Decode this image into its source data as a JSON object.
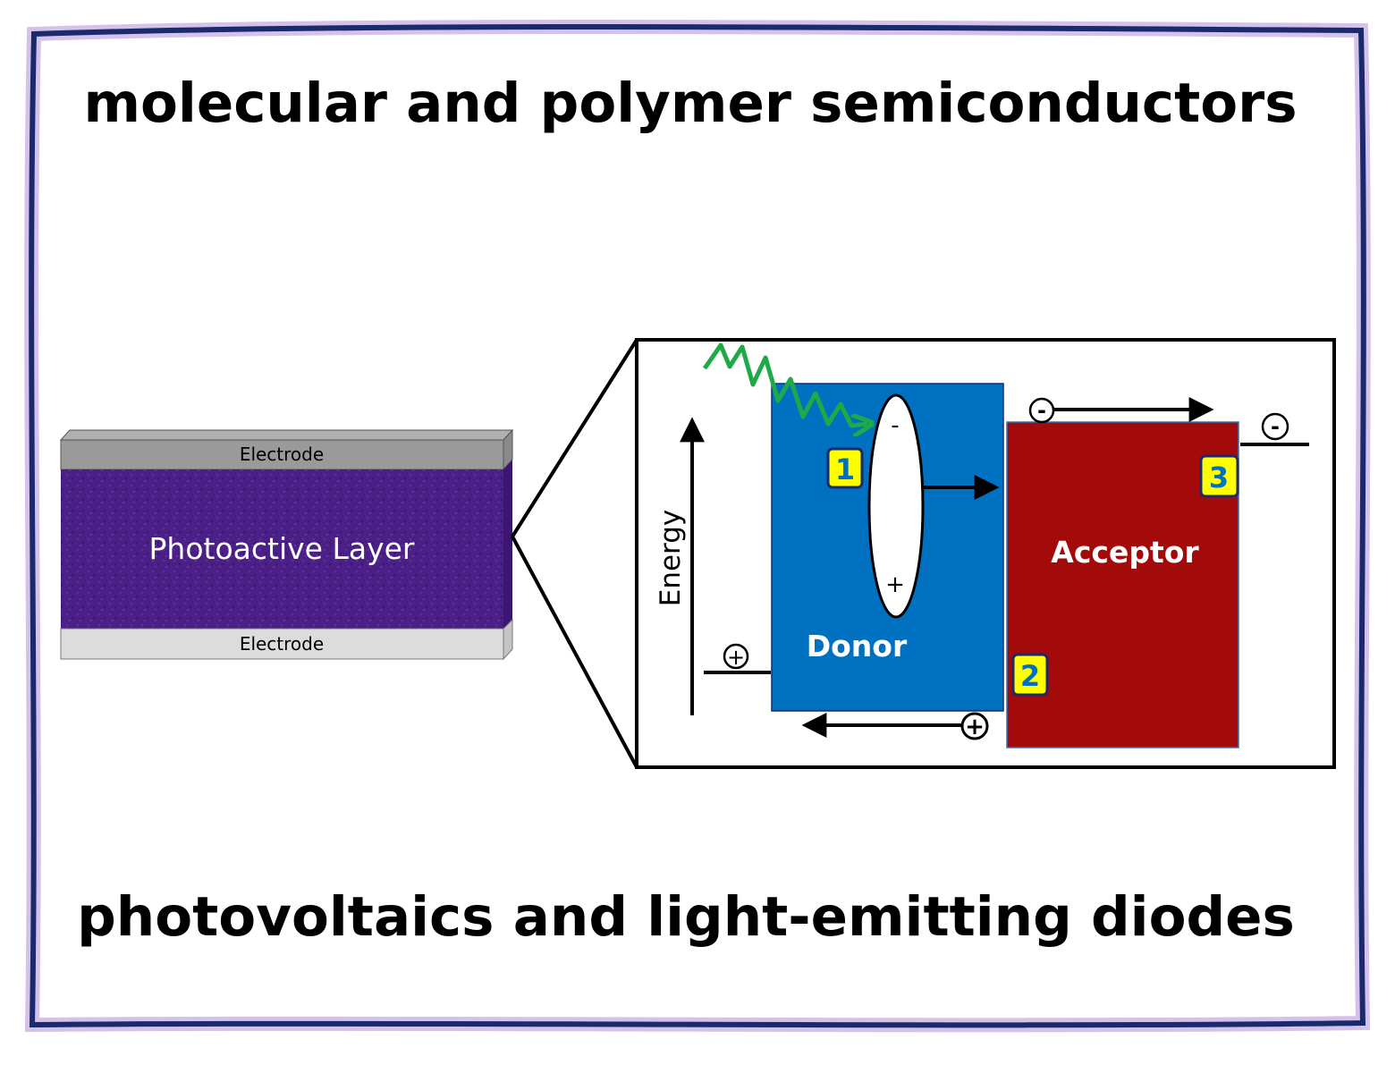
{
  "header": {
    "title": "molecular and polymer semiconductors"
  },
  "footer": {
    "subtitle": "photovoltaics and light-emitting diodes"
  },
  "device": {
    "top_electrode": "Electrode",
    "bottom_electrode": "Electrode",
    "active_layer": "Photoactive Layer",
    "colors": {
      "layer": "#4a1f86",
      "electrode_top": "#9a9a9a",
      "electrode_bottom": "#dcdcdc"
    }
  },
  "energy_diagram": {
    "axis_label": "Energy",
    "donor_label": "Donor",
    "acceptor_label": "Acceptor",
    "exciton_minus": "-",
    "exciton_plus": "+",
    "steps": [
      "1",
      "2",
      "3"
    ],
    "charge_plus": "+",
    "charge_minus": "-",
    "colors": {
      "donor": "#0070c0",
      "acceptor": "#a30a0a",
      "photon": "#1faa4a",
      "step_badge": "#ffff00",
      "frame": "#1a2a6c"
    }
  }
}
